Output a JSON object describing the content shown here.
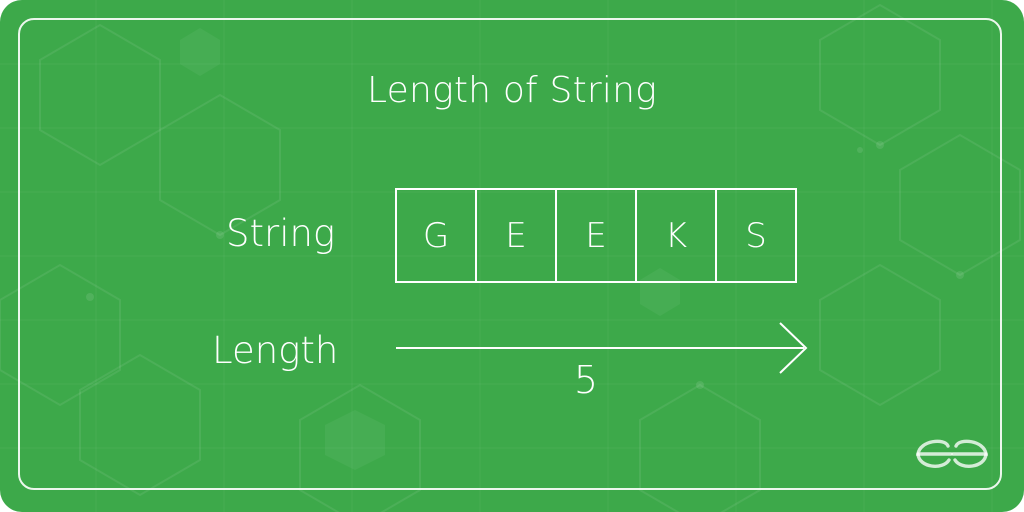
{
  "title": "Length of String",
  "string_label": "String",
  "length_label": "Length",
  "characters": [
    "G",
    "E",
    "E",
    "K",
    "S"
  ],
  "length_value": "5",
  "logo_icon": "geeksforgeeks-logo-icon",
  "colors": {
    "background": "#3da94a",
    "foreground": "#ffffff"
  }
}
